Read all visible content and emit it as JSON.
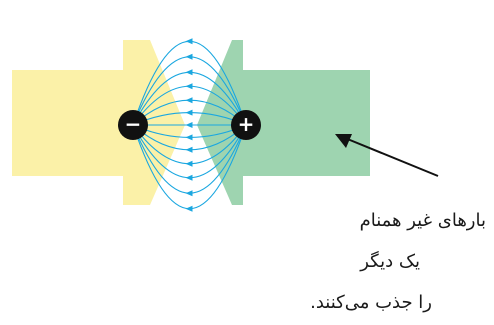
{
  "diagram": {
    "colors": {
      "negative_region": "#fbf1a8",
      "positive_region": "#9ed4b0",
      "field_lines": "#1aa7e0",
      "charge": "#111111",
      "charge_symbol": "#ffffff",
      "pointer": "#111111"
    },
    "charges": [
      {
        "name": "negative",
        "symbol": "−"
      },
      {
        "name": "positive",
        "symbol": "+"
      }
    ]
  },
  "caption": {
    "line1": "بارهای غیر همنام",
    "line2": "یک دیگر",
    "line3": "را جذب می‌کنند."
  }
}
